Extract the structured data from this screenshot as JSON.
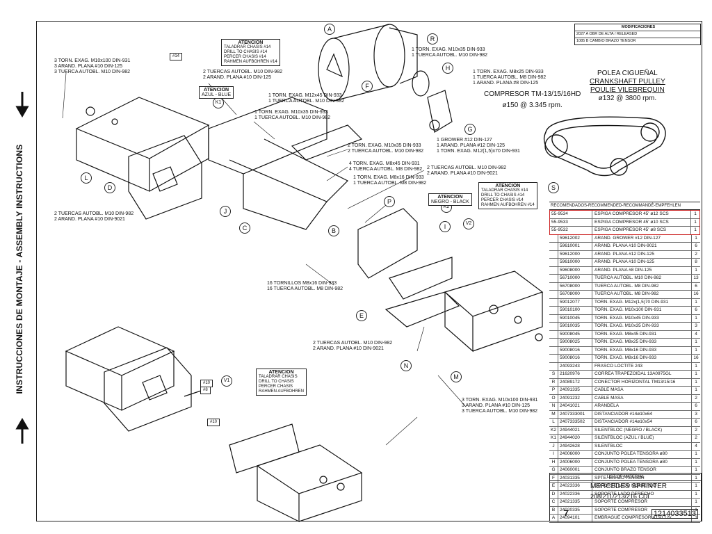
{
  "side": {
    "text": "INSTRUCCIONES DE MONTAJE - ASSEMBLY INSTRUCTIONS"
  },
  "compressor": {
    "title": "COMPRESOR TM-13/15/16HD",
    "spec": "ø150 @ 3.345 rpm."
  },
  "pulley": {
    "line1": "POLEA CIGUEÑAL",
    "line2": "CRANKSHAFT PULLEY",
    "line3": "POULIE VILEBREQUIN",
    "spec": "ø132 @ 3800 rpm."
  },
  "attention": [
    {
      "title": "ATENCION",
      "lines": [
        "TALADRAR CHASIS #14",
        "DRILL TO CHASIS #14",
        "PERCER CHASIS #14",
        "RAHMEN AUFBOHREN #14"
      ]
    },
    {
      "title": "ATENCION",
      "lines": [
        "TALADRAR CHASIS #14",
        "DRILL TO CHASIS #14",
        "PERCER CHASIS #14",
        "RAHMEN AUFBOHREN #14"
      ]
    },
    {
      "title": "ATENCION",
      "lines": [
        "TALADRAR CHASIS",
        "DRILL TO CHASIS",
        "PERCER CHASIS",
        "RAHMEN AUFBOHREN"
      ]
    }
  ],
  "color_notes": {
    "blue": "AZUL - BLUE",
    "black": "NEGRO - BLACK",
    "title": "ATENCION"
  },
  "callouts": [
    "A",
    "R",
    "H",
    "G",
    "F",
    "S",
    "K1",
    "L",
    "D",
    "J",
    "C",
    "B",
    "P",
    "K2",
    "I",
    "V2",
    "V1",
    "E",
    "N",
    "M"
  ],
  "annotations": [
    "3 TORN. EXAG. M10x100 DIN-931",
    "3 ARAND. PLANA #10 DIN-125",
    "3 TUERCA AUTOBL. M10 DIN-982",
    "2 TUERCAS AUTOBL. M10 DIN-982",
    "2 ARAND. PLANA #10 DIN-125",
    "1 TORN. EXAG. M12x45 DIN-933",
    "1 TUERCA AUTOBL. M10 DIN-982",
    "1 TORN. EXAG. M10x35 DIN-933",
    "1 TUERCA AUTOBL. M10 DIN-982",
    "1 TORN. EXAG. M8x25 DIN-933",
    "1 TUERCA AUTOBL. M8 DIN-982",
    "1 ARAND. PLANA #8 DIN-125",
    "1 GROWER #12 DIN-127",
    "1 ARAND. PLANA #12 DIN-125",
    "1 TORN. EXAG. M12(1,5)x70 DIN-931",
    "2 TORN. EXAG. M10x35 DIN-933",
    "2 TUERCA AUTOBL. M10 DIN-982",
    "4 TORN. EXAG. M8x45 DIN-931",
    "4 TUERCA AUTOBL. M8 DIN-982",
    "2 TUERCAS AUTOBL. M10 DIN-982",
    "2 ARAND. PLANA #10 DIN-9021",
    "1 TORN. EXAG. M8x16 DIN-933",
    "1 TUERCA AUTOBL. M8 DIN-982",
    "2 TUERCAS AUTOBL. M10 DIN-982",
    "2 ARAND. PLANA #10 DIN-9021",
    "16 TORNILLOS M8x16 DIN-933",
    "16 TUERCA AUTOBL. M8 DIN-982",
    "2 TUERCAS AUTOBL. M10 DIN-982",
    "2 ARAND. PLANA #10 DIN-9021",
    "1 TORN. EXAG. M10x35 DIN-933",
    "1 TUERCA AUTOBL. M10 DIN-982",
    "3 TORN. EXAG. M10x100 DIN-931",
    "3 ARAND. PLANA #10 DIN-125",
    "3 TUERCA AUTOBL. M10 DIN-982"
  ],
  "bom_header": "RECOMENDADOS-RECOMMENDED-RECOMMANDÉ-EMPFEHLEN",
  "bom_highlight": [
    {
      "code": "55-9534",
      "desc": "ESPIGA COMPRESOR 45' ø12 SCS",
      "qty": "1"
    },
    {
      "code": "55-9533",
      "desc": "ESPIGA COMPRESOR 45' ø10 SCS",
      "qty": "1"
    },
    {
      "code": "55-9532",
      "desc": "ESPIGA COMPRESOR 45' ø8 SCS",
      "qty": "1"
    }
  ],
  "bom": [
    {
      "mark": "",
      "code": "59612002",
      "desc": "ARAND. GROWER #12 DIN-127",
      "qty": "1"
    },
    {
      "mark": "",
      "code": "59610001",
      "desc": "ARAND. PLANA #10 DIN-9021",
      "qty": "6"
    },
    {
      "mark": "",
      "code": "59612000",
      "desc": "ARAND. PLANA #12 DIN-125",
      "qty": "2"
    },
    {
      "mark": "",
      "code": "59610000",
      "desc": "ARAND. PLANA #10 DIN-125",
      "qty": "8"
    },
    {
      "mark": "",
      "code": "59608000",
      "desc": "ARAND. PLANA #8 DIN-125",
      "qty": "1"
    },
    {
      "mark": "",
      "code": "56710000",
      "desc": "TUERCA AUTOBL. M10 DIN-982",
      "qty": "13"
    },
    {
      "mark": "",
      "code": "56708000",
      "desc": "TUERCA AUTOBL. M8 DIN-982",
      "qty": "6"
    },
    {
      "mark": "",
      "code": "56708000",
      "desc": "TUERCA AUTOBL. M8 DIN-982",
      "qty": "16"
    },
    {
      "mark": "",
      "code": "59012077",
      "desc": "TORN. EXAG. M12x(1,5)70 DIN-931",
      "qty": "1"
    },
    {
      "mark": "",
      "code": "59010100",
      "desc": "TORN. EXAG. M10x100 DIN-931",
      "qty": "6"
    },
    {
      "mark": "",
      "code": "59010045",
      "desc": "TORN. EXAG. M10x45 DIN-933",
      "qty": "1"
    },
    {
      "mark": "",
      "code": "59010035",
      "desc": "TORN. EXAG. M10x35 DIN-933",
      "qty": "3"
    },
    {
      "mark": "",
      "code": "59008045",
      "desc": "TORN. EXAG. M8x45 DIN-931",
      "qty": "4"
    },
    {
      "mark": "",
      "code": "59008025",
      "desc": "TORN. EXAG. M8x25 DIN-933",
      "qty": "1"
    },
    {
      "mark": "",
      "code": "59008016",
      "desc": "TORN. EXAG. M8x16 DIN-933",
      "qty": "1"
    },
    {
      "mark": "",
      "code": "59008016",
      "desc": "TORN. EXAG. M8x16 DIN-933",
      "qty": "16"
    },
    {
      "mark": "",
      "code": "24093243",
      "desc": "FRASCO LOCTITE 243",
      "qty": "1"
    },
    {
      "mark": "S",
      "code": "21620976",
      "desc": "CORREA TRAPEZOIDAL 13A0975GL",
      "qty": "1"
    },
    {
      "mark": "R",
      "code": "24089172",
      "desc": "CONECTOR HORIZONTAL TM13/15/16",
      "qty": "1"
    },
    {
      "mark": "P",
      "code": "24091335",
      "desc": "CABLE MASA",
      "qty": "1"
    },
    {
      "mark": "O",
      "code": "24091232",
      "desc": "CABLE MASA",
      "qty": "2"
    },
    {
      "mark": "N",
      "code": "24041021",
      "desc": "ARANDELA",
      "qty": "6"
    },
    {
      "mark": "M",
      "code": "2407333001",
      "desc": "DISTANCIADOR #14ø10x64",
      "qty": "3"
    },
    {
      "mark": "L",
      "code": "2407333502",
      "desc": "DISTANCIADOR #14ø10x54",
      "qty": "6"
    },
    {
      "mark": "K2",
      "code": "24944021",
      "desc": "SILENTBLOC (NEGRO / BLACK)",
      "qty": "2"
    },
    {
      "mark": "K1",
      "code": "24944020",
      "desc": "SILENTBLOC (AZUL / BLUE)",
      "qty": "2"
    },
    {
      "mark": "J",
      "code": "24942628",
      "desc": "SILENTBLOC",
      "qty": "4"
    },
    {
      "mark": "I",
      "code": "24006000",
      "desc": "CONJUNTO POLEA TENSORA ø80",
      "qty": "1"
    },
    {
      "mark": "H",
      "code": "24006000",
      "desc": "CONJUNTO POLEA TENSORA ø80",
      "qty": "1"
    },
    {
      "mark": "G",
      "code": "24060001",
      "desc": "CONJUNTO BRAZO TENSOR",
      "qty": "1"
    },
    {
      "mark": "F",
      "code": "24031335",
      "desc": "SPTE. BARZO TENSOR",
      "qty": "1"
    },
    {
      "mark": "E",
      "code": "24023336",
      "desc": "SOPORTE LADO IZQUIERDO",
      "qty": "1"
    },
    {
      "mark": "D",
      "code": "24022336",
      "desc": "SOPORTE LADO DERECHO",
      "qty": "1"
    },
    {
      "mark": "C",
      "code": "24021335",
      "desc": "SOPORTE COMPRESOR",
      "qty": "1"
    },
    {
      "mark": "B",
      "code": "24020335",
      "desc": "SOPORTE COMPRESOR",
      "qty": "1"
    },
    {
      "mark": "A",
      "code": "24094101",
      "desc": "EMBRAGUE COMPRESOR ø150 12v.",
      "qty": "1"
    }
  ],
  "title_block": {
    "list_label": "LIST OF MATERIAL",
    "vehicle": "MERCEDES SPRINTER",
    "models": "208/211/213/216 CDI",
    "sheet": "7",
    "drawing_no": "1214033513"
  },
  "rev_table": {
    "h1": "MODIFICACIONES",
    "r1": "2027 A OBR DE ALTA / RELEASED",
    "r2": "1085 B CAMBIO BRAZO TENSOR"
  },
  "part_tags": [
    "#14",
    "#10",
    "#8",
    "#10"
  ]
}
